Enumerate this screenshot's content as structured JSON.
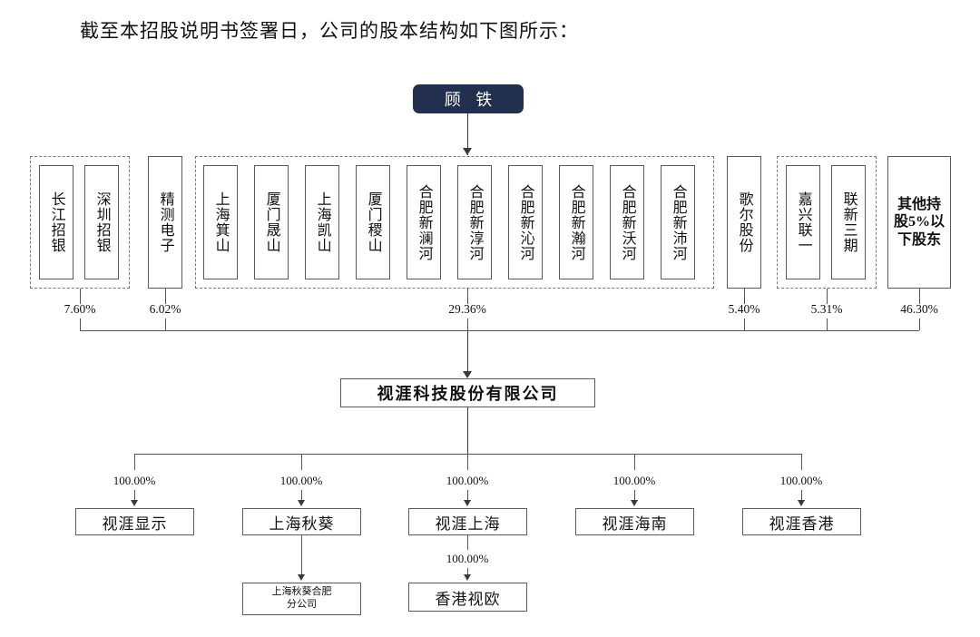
{
  "document": {
    "title_text": "截至本招股说明书签署日，公司的股本结构如下图所示："
  },
  "colors": {
    "root_fill": "#232f4e",
    "root_text": "#ffffff",
    "box_border": "#5a5a5a",
    "dash_border": "#7a7a7a",
    "line": "#3a3a3a",
    "page_background": "#ffffff"
  },
  "chart_data": {
    "type": "diagram",
    "diagram_kind": "shareholding-structure-org-chart",
    "title": "截至本招股说明书签署日，公司的股本结构如下图所示：",
    "root": {
      "label": "顾 铁"
    },
    "company": {
      "label": "视涯科技股份有限公司"
    },
    "shareholder_groups": [
      {
        "id": "group-zhaoyin",
        "grouped": true,
        "percent": "7.60%",
        "members": [
          {
            "label": "长江招银"
          },
          {
            "label": "深圳招银"
          }
        ]
      },
      {
        "id": "group-jingce",
        "grouped": false,
        "percent": "6.02%",
        "members": [
          {
            "label": "精测电子"
          }
        ]
      },
      {
        "id": "group-gutie-controlled",
        "grouped": true,
        "percent": "29.36%",
        "controlled_by_root": true,
        "members": [
          {
            "label": "上海箕山"
          },
          {
            "label": "厦门晟山"
          },
          {
            "label": "上海凯山"
          },
          {
            "label": "厦门稷山"
          },
          {
            "label": "合肥新澜河"
          },
          {
            "label": "合肥新淳河"
          },
          {
            "label": "合肥新沁河"
          },
          {
            "label": "合肥新瀚河"
          },
          {
            "label": "合肥新沃河"
          },
          {
            "label": "合肥新沛河"
          }
        ]
      },
      {
        "id": "group-goer",
        "grouped": false,
        "percent": "5.40%",
        "members": [
          {
            "label": "歌尔股份"
          }
        ]
      },
      {
        "id": "group-jiaxing",
        "grouped": true,
        "percent": "5.31%",
        "members": [
          {
            "label": "嘉兴联一"
          },
          {
            "label": "联新三期"
          }
        ]
      },
      {
        "id": "group-others",
        "grouped": false,
        "percent": "46.30%",
        "members": [
          {
            "label": "其他持股5%以下股东"
          }
        ]
      }
    ],
    "subsidiaries": [
      {
        "label": "视涯显示",
        "percent": "100.00%",
        "children": []
      },
      {
        "label": "上海秋葵",
        "percent": "100.00%",
        "children": [
          {
            "label": "上海秋葵合肥\n分公司",
            "percent": ""
          }
        ]
      },
      {
        "label": "视涯上海",
        "percent": "100.00%",
        "children": [
          {
            "label": "香港视欧",
            "percent": "100.00%"
          }
        ]
      },
      {
        "label": "视涯海南",
        "percent": "100.00%",
        "children": []
      },
      {
        "label": "视涯香港",
        "percent": "100.00%",
        "children": []
      }
    ]
  },
  "shareholders": {
    "g1": {
      "percent": "7.60%",
      "m0": "长江招银",
      "m1": "深圳招银"
    },
    "g2": {
      "percent": "6.02%",
      "m0": "精测电子"
    },
    "g3": {
      "percent": "29.36%",
      "m0": "上海箕山",
      "m1": "厦门晟山",
      "m2": "上海凯山",
      "m3": "厦门稷山",
      "m4": "合肥新澜河",
      "m5": "合肥新淳河",
      "m6": "合肥新沁河",
      "m7": "合肥新瀚河",
      "m8": "合肥新沃河",
      "m9": "合肥新沛河"
    },
    "g4": {
      "percent": "5.40%",
      "m0": "歌尔股份"
    },
    "g5": {
      "percent": "5.31%",
      "m0": "嘉兴联一",
      "m1": "联新三期"
    },
    "g6": {
      "percent": "46.30%",
      "m0": "其他持股5%以下股东"
    }
  },
  "root_node": {
    "label": "顾 铁"
  },
  "company_node": {
    "label": "视涯科技股份有限公司"
  },
  "subs": {
    "s1": {
      "label": "视涯显示",
      "percent": "100.00%"
    },
    "s2": {
      "label": "上海秋葵",
      "percent": "100.00%"
    },
    "s3": {
      "label": "视涯上海",
      "percent": "100.00%"
    },
    "s4": {
      "label": "视涯海南",
      "percent": "100.00%"
    },
    "s5": {
      "label": "视涯香港",
      "percent": "100.00%"
    },
    "s2c": {
      "label_line1": "上海秋葵合肥",
      "label_line2": "分公司"
    },
    "s3c": {
      "label": "香港视欧",
      "percent": "100.00%"
    }
  }
}
